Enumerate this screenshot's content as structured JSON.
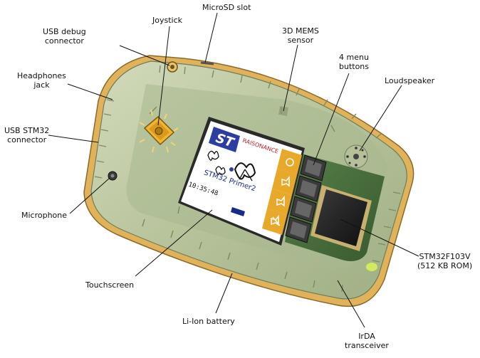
{
  "callouts": {
    "microsd": [
      "MicroSD slot"
    ],
    "joystick": [
      "Joystick"
    ],
    "usb_debug": [
      "USB debug",
      "connector"
    ],
    "mems": [
      "3D MEMS",
      "sensor"
    ],
    "menu_buttons": [
      "4 menu",
      "buttons"
    ],
    "headphones": [
      "Headphones",
      "jack"
    ],
    "loudspeaker": [
      "Loudspeaker"
    ],
    "usb_stm32": [
      "USB STM32",
      "connector"
    ],
    "microphone": [
      "Microphone"
    ],
    "stm32": [
      "STM32F103V",
      "(512 KB ROM)"
    ],
    "touchscreen": [
      "Touchscreen"
    ],
    "battery": [
      "Li-Ion battery"
    ],
    "irda": [
      "IrDA",
      "transceiver"
    ]
  },
  "screen": {
    "brand": "RAISONANCE",
    "model": "STM32 Primer2",
    "clock": "10:35:48",
    "logo": "st-logo"
  },
  "colors": {
    "body": "#bfc9a6",
    "frame": "#d6a54a",
    "pcb": "#2f5a2a",
    "screen_bg": "#ffffff",
    "screen_text": "#1a2a8c",
    "icon_tile": "#e8a82a"
  }
}
